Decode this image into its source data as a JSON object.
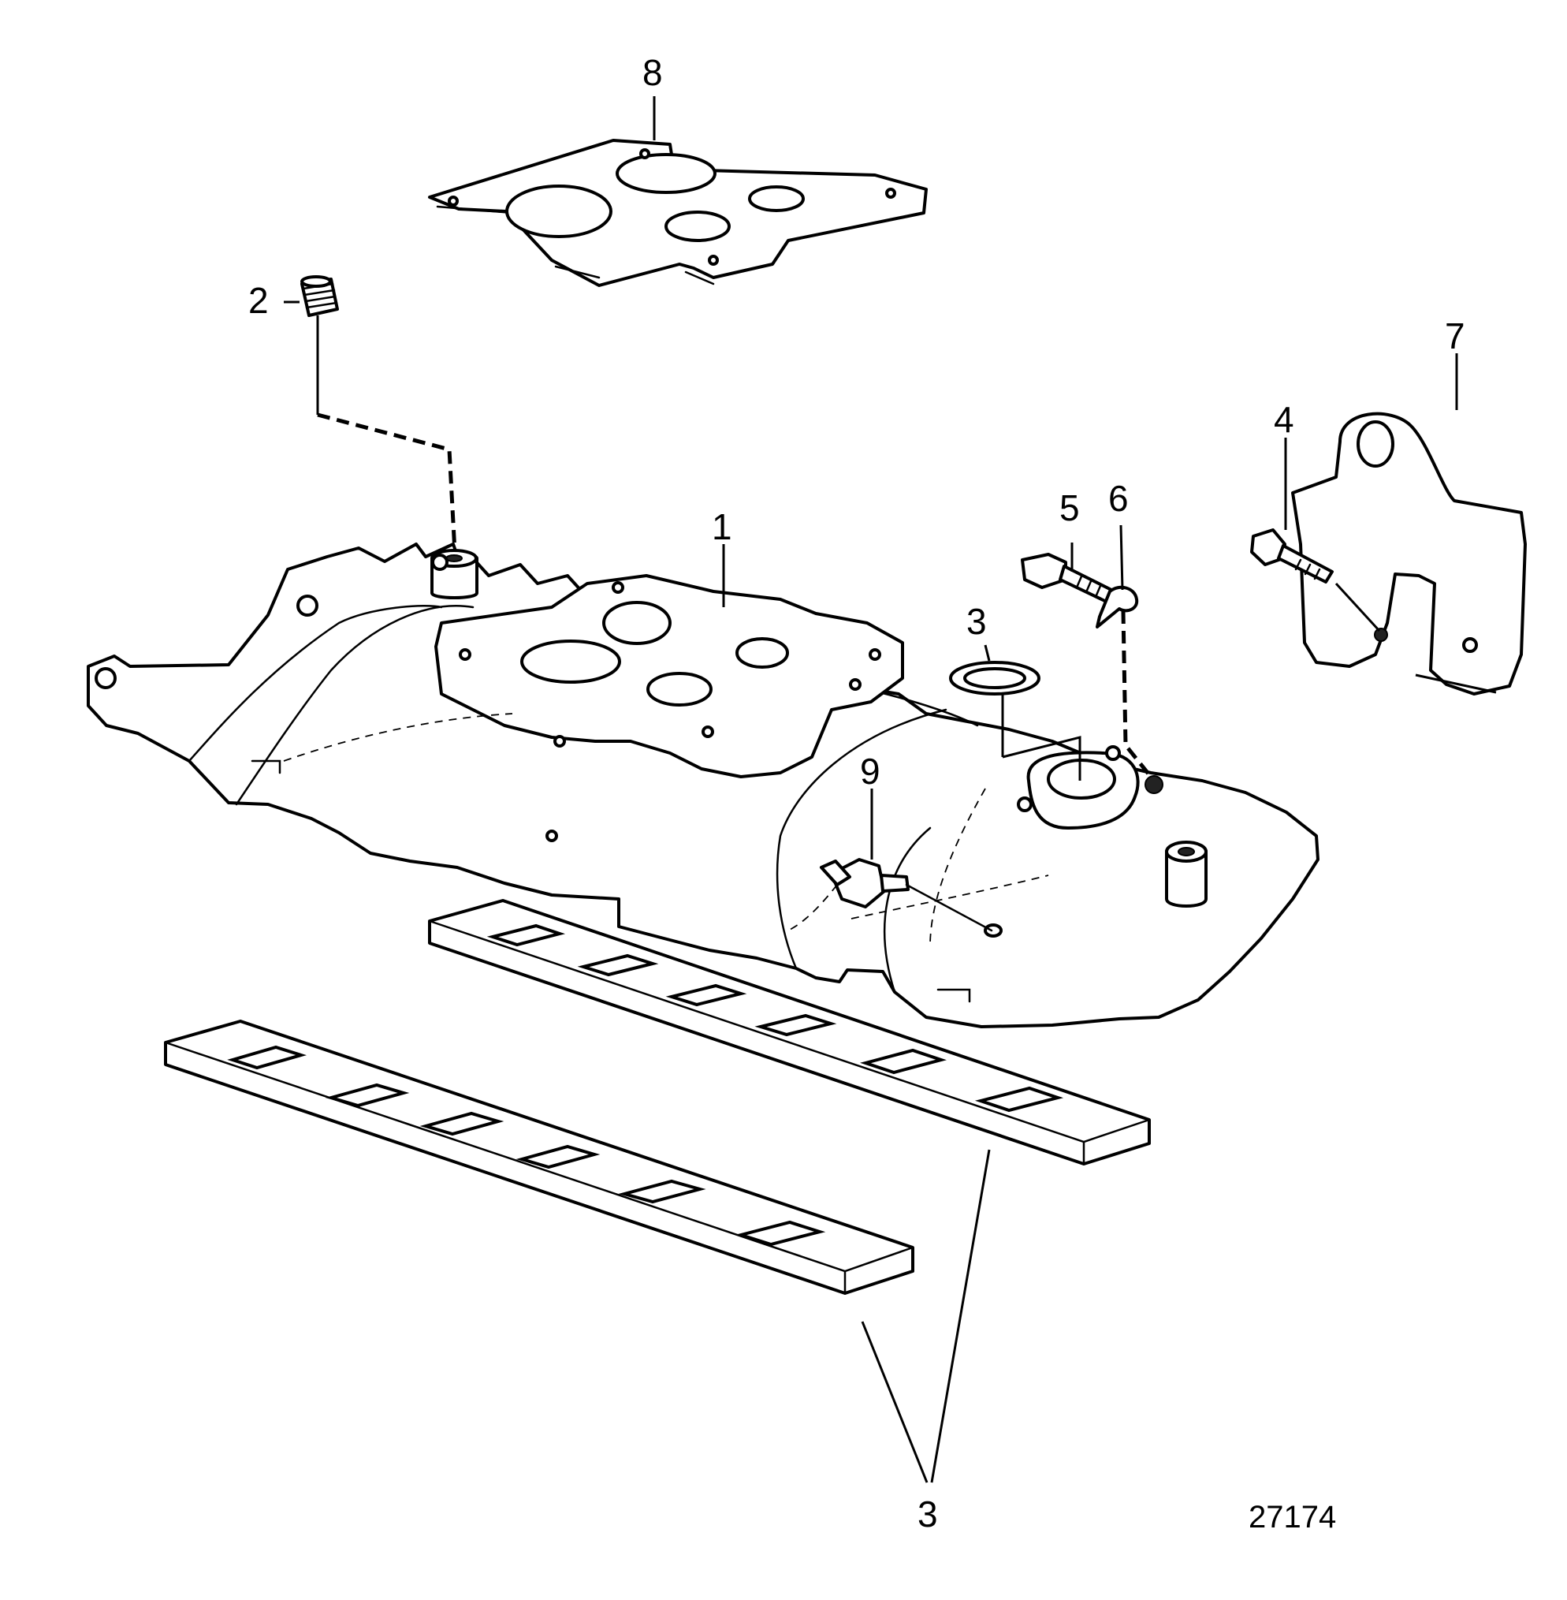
{
  "callouts": {
    "p1": "1",
    "p2": "2",
    "p3_ring": "3",
    "p3_gaskets": "3",
    "p4": "4",
    "p5": "5",
    "p6": "6",
    "p7": "7",
    "p8": "8",
    "p9": "9"
  },
  "drawing_number": "27174"
}
